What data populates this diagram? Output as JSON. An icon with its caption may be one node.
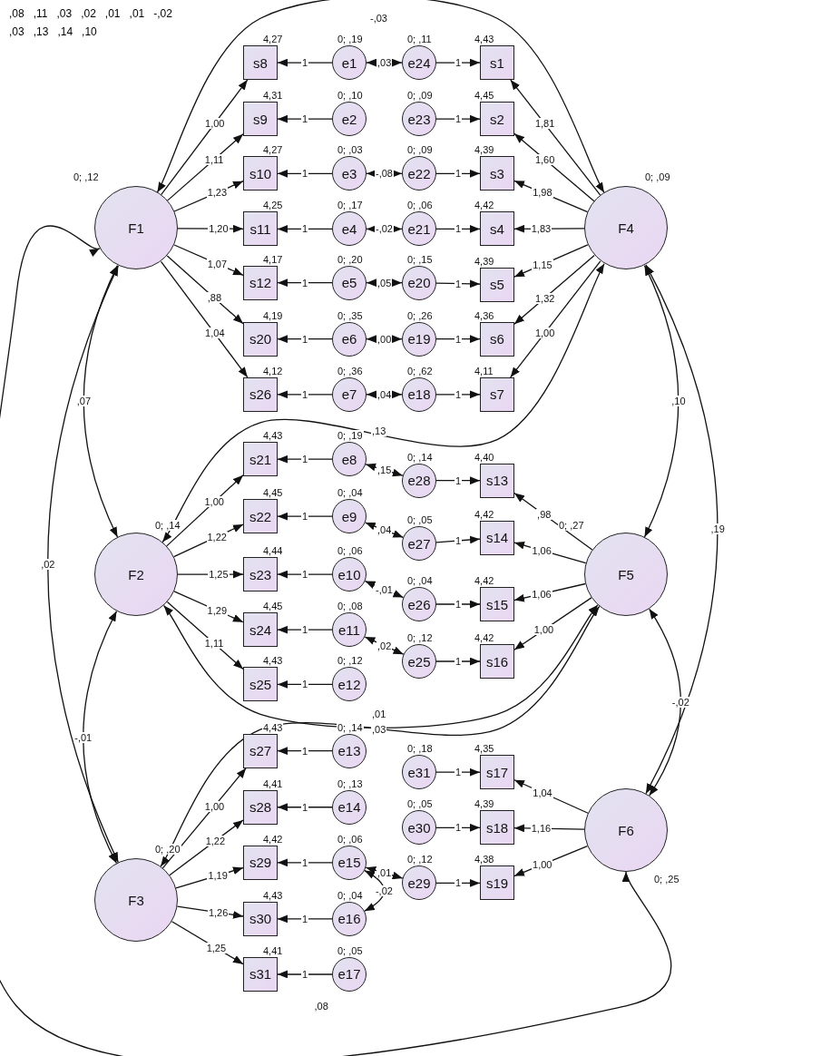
{
  "diagram": {
    "nodes": [
      {
        "text": [
          "F1"
        ],
        "beside": [
          "0; ,12"
        ]
      },
      {
        "text": [
          "F2"
        ],
        "beside": [
          "0; ,14"
        ]
      },
      {
        "text": [
          "F3"
        ],
        "beside": [
          "0; ,20"
        ]
      },
      {
        "text": [
          "F4"
        ],
        "beside": [
          "0; ,09"
        ]
      },
      {
        "text": [
          "F5"
        ],
        "beside": [
          "0; ,27"
        ]
      },
      {
        "text": [
          "F6"
        ],
        "beside": [
          "0; ,25"
        ]
      },
      {
        "text": [
          "s1"
        ],
        "beside": [
          "4,43"
        ]
      },
      {
        "text": [
          "s2"
        ],
        "beside": [
          "4,45"
        ]
      },
      {
        "text": [
          "s3"
        ],
        "beside": [
          "4,39"
        ]
      },
      {
        "text": [
          "s4"
        ],
        "beside": [
          "4,42"
        ]
      },
      {
        "text": [
          "s5"
        ],
        "beside": [
          "4,39"
        ]
      },
      {
        "text": [
          "s6"
        ],
        "beside": [
          "4,36"
        ]
      },
      {
        "text": [
          "s7"
        ],
        "beside": [
          "4,11"
        ]
      },
      {
        "text": [
          "s8"
        ],
        "beside": [
          "4,27"
        ]
      },
      {
        "text": [
          "s9"
        ],
        "beside": [
          "4,31"
        ]
      },
      {
        "text": [
          "s10"
        ],
        "beside": [
          "4,27"
        ]
      },
      {
        "text": [
          "s11"
        ],
        "beside": [
          "4,25"
        ]
      },
      {
        "text": [
          "s12"
        ],
        "beside": [
          "4,17"
        ]
      },
      {
        "text": [
          "s13"
        ],
        "beside": [
          "4,40"
        ]
      },
      {
        "text": [
          "s14"
        ],
        "beside": [
          "4,42"
        ]
      },
      {
        "text": [
          "s15"
        ],
        "beside": [
          "4,42"
        ]
      },
      {
        "text": [
          "s16"
        ],
        "beside": [
          "4,42"
        ]
      },
      {
        "text": [
          "s17"
        ],
        "beside": [
          "4,35"
        ]
      },
      {
        "text": [
          "s18"
        ],
        "beside": [
          "4,39"
        ]
      },
      {
        "text": [
          "s19"
        ],
        "beside": [
          "4,38"
        ]
      },
      {
        "text": [
          "s20"
        ],
        "beside": [
          "4,19"
        ]
      },
      {
        "text": [
          "s21"
        ],
        "beside": [
          "4,43"
        ]
      },
      {
        "text": [
          "s22"
        ],
        "beside": [
          "4,45"
        ]
      },
      {
        "text": [
          "s23"
        ],
        "beside": [
          "4,44"
        ]
      },
      {
        "text": [
          "s24"
        ],
        "beside": [
          "4,45"
        ]
      },
      {
        "text": [
          "s25"
        ],
        "beside": [
          "4,43"
        ]
      },
      {
        "text": [
          "s26"
        ],
        "beside": [
          "4,12"
        ]
      },
      {
        "text": [
          "s27"
        ],
        "beside": [
          "4,43"
        ]
      },
      {
        "text": [
          "s28"
        ],
        "beside": [
          "4,41"
        ]
      },
      {
        "text": [
          "s29"
        ],
        "beside": [
          "4,42"
        ]
      },
      {
        "text": [
          "s30"
        ],
        "beside": [
          "4,43"
        ]
      },
      {
        "text": [
          "s31"
        ],
        "beside": [
          "4,41"
        ]
      },
      {
        "text": [
          "e1"
        ],
        "beside": [
          "0; ,19"
        ]
      },
      {
        "text": [
          "e2"
        ],
        "beside": [
          "0; ,10"
        ]
      },
      {
        "text": [
          "e3"
        ],
        "beside": [
          "0; ,03"
        ]
      },
      {
        "text": [
          "e4"
        ],
        "beside": [
          "0; ,17"
        ]
      },
      {
        "text": [
          "e5"
        ],
        "beside": [
          "0; ,20"
        ]
      },
      {
        "text": [
          "e6"
        ],
        "beside": [
          "0; ,35"
        ]
      },
      {
        "text": [
          "e7"
        ],
        "beside": [
          "0; ,36"
        ]
      },
      {
        "text": [
          "e8"
        ],
        "beside": [
          "0; ,19"
        ]
      },
      {
        "text": [
          "e9"
        ],
        "beside": [
          "0; ,04"
        ]
      },
      {
        "text": [
          "e10"
        ],
        "beside": [
          "0; ,06"
        ]
      },
      {
        "text": [
          "e11"
        ],
        "beside": [
          "0; ,08"
        ]
      },
      {
        "text": [
          "e12"
        ],
        "beside": [
          "0; ,12"
        ]
      },
      {
        "text": [
          "e13"
        ],
        "beside": [
          "0; ,14"
        ]
      },
      {
        "text": [
          "e14"
        ],
        "beside": [
          "0; ,13"
        ]
      },
      {
        "text": [
          "e15"
        ],
        "beside": [
          "0; ,06"
        ]
      },
      {
        "text": [
          "e16"
        ],
        "beside": [
          "0; ,04"
        ]
      },
      {
        "text": [
          "e17"
        ],
        "beside": [
          "0; ,05"
        ]
      },
      {
        "text": [
          "e18"
        ],
        "beside": [
          "0; ,62"
        ]
      },
      {
        "text": [
          "e19"
        ],
        "beside": [
          "0; ,26"
        ]
      },
      {
        "text": [
          "e20"
        ],
        "beside": [
          "0; ,15"
        ]
      },
      {
        "text": [
          "e21"
        ],
        "beside": [
          "0; ,06"
        ]
      },
      {
        "text": [
          "e22"
        ],
        "beside": [
          "0; ,09"
        ]
      },
      {
        "text": [
          "e23"
        ],
        "beside": [
          "0; ,09"
        ]
      },
      {
        "text": [
          "e24"
        ],
        "beside": [
          "0; ,11"
        ]
      },
      {
        "text": [
          "e25"
        ],
        "beside": [
          "0; ,12"
        ]
      },
      {
        "text": [
          "e26"
        ],
        "beside": [
          "0; ,04"
        ]
      },
      {
        "text": [
          "e27"
        ],
        "beside": [
          "0; ,05"
        ]
      },
      {
        "text": [
          "e28"
        ],
        "beside": [
          "0; ,14"
        ]
      },
      {
        "text": [
          "e29"
        ],
        "beside": [
          "0; ,12"
        ]
      },
      {
        "text": [
          "e30"
        ],
        "beside": [
          "0; ,05"
        ]
      },
      {
        "text": [
          "e31"
        ],
        "beside": [
          "0; ,18"
        ]
      }
    ],
    "edges": [
      {
        "from": 0,
        "to": 13,
        "arrow": "to",
        "label": "1,00"
      },
      {
        "from": 0,
        "to": 14,
        "arrow": "to",
        "label": "1,11"
      },
      {
        "from": 0,
        "to": 15,
        "arrow": "to",
        "label": "1,23"
      },
      {
        "from": 0,
        "to": 16,
        "arrow": "to",
        "label": "1,20"
      },
      {
        "from": 0,
        "to": 17,
        "arrow": "to",
        "label": "1,07"
      },
      {
        "from": 0,
        "to": 25,
        "arrow": "to",
        "label": ",88"
      },
      {
        "from": 0,
        "to": 31,
        "arrow": "to",
        "label": "1,04"
      },
      {
        "from": 1,
        "to": 26,
        "arrow": "to",
        "label": "1,00"
      },
      {
        "from": 1,
        "to": 27,
        "arrow": "to",
        "label": "1,22"
      },
      {
        "from": 1,
        "to": 28,
        "arrow": "to",
        "label": "1,25"
      },
      {
        "from": 1,
        "to": 29,
        "arrow": "to",
        "label": "1,29"
      },
      {
        "from": 1,
        "to": 30,
        "arrow": "to",
        "label": "1,11"
      },
      {
        "from": 2,
        "to": 32,
        "arrow": "to",
        "label": "1,00"
      },
      {
        "from": 2,
        "to": 33,
        "arrow": "to",
        "label": "1,22"
      },
      {
        "from": 2,
        "to": 34,
        "arrow": "to",
        "label": "1,19"
      },
      {
        "from": 2,
        "to": 35,
        "arrow": "to",
        "label": "1,26"
      },
      {
        "from": 2,
        "to": 36,
        "arrow": "to",
        "label": "1,25"
      },
      {
        "from": 3,
        "to": 6,
        "arrow": "to",
        "label": "1,81"
      },
      {
        "from": 3,
        "to": 7,
        "arrow": "to",
        "label": "1,60"
      },
      {
        "from": 3,
        "to": 8,
        "arrow": "to",
        "label": "1,98"
      },
      {
        "from": 3,
        "to": 9,
        "arrow": "to",
        "label": "1,83"
      },
      {
        "from": 3,
        "to": 10,
        "arrow": "to",
        "label": "1,15"
      },
      {
        "from": 3,
        "to": 11,
        "arrow": "to",
        "label": "1,32"
      },
      {
        "from": 3,
        "to": 12,
        "arrow": "to",
        "label": "1,00"
      },
      {
        "from": 4,
        "to": 18,
        "arrow": "to",
        "label": ",98"
      },
      {
        "from": 4,
        "to": 19,
        "arrow": "to",
        "label": "1,06"
      },
      {
        "from": 4,
        "to": 20,
        "arrow": "to",
        "label": "1,06"
      },
      {
        "from": 4,
        "to": 21,
        "arrow": "to",
        "label": "1,00"
      },
      {
        "from": 5,
        "to": 22,
        "arrow": "to",
        "label": "1,04"
      },
      {
        "from": 5,
        "to": 23,
        "arrow": "to",
        "label": "1,16"
      },
      {
        "from": 5,
        "to": 24,
        "arrow": "to",
        "label": "1,00"
      },
      {
        "from": 37,
        "to": 13,
        "arrow": "to",
        "label": "1"
      },
      {
        "from": 38,
        "to": 14,
        "arrow": "to",
        "label": "1"
      },
      {
        "from": 39,
        "to": 15,
        "arrow": "to",
        "label": "1"
      },
      {
        "from": 40,
        "to": 16,
        "arrow": "to",
        "label": "1"
      },
      {
        "from": 41,
        "to": 17,
        "arrow": "to",
        "label": "1"
      },
      {
        "from": 42,
        "to": 25,
        "arrow": "to",
        "label": "1"
      },
      {
        "from": 43,
        "to": 31,
        "arrow": "to",
        "label": "1"
      },
      {
        "from": 44,
        "to": 26,
        "arrow": "to",
        "label": "1"
      },
      {
        "from": 45,
        "to": 27,
        "arrow": "to",
        "label": "1"
      },
      {
        "from": 46,
        "to": 28,
        "arrow": "to",
        "label": "1"
      },
      {
        "from": 47,
        "to": 29,
        "arrow": "to",
        "label": "1"
      },
      {
        "from": 48,
        "to": 30,
        "arrow": "to",
        "label": "1"
      },
      {
        "from": 49,
        "to": 32,
        "arrow": "to",
        "label": "1"
      },
      {
        "from": 50,
        "to": 33,
        "arrow": "to",
        "label": "1"
      },
      {
        "from": 51,
        "to": 34,
        "arrow": "to",
        "label": "1"
      },
      {
        "from": 52,
        "to": 35,
        "arrow": "to",
        "label": "1"
      },
      {
        "from": 53,
        "to": 36,
        "arrow": "to",
        "label": "1"
      },
      {
        "from": 60,
        "to": 6,
        "arrow": "to",
        "label": "1"
      },
      {
        "from": 59,
        "to": 7,
        "arrow": "to",
        "label": "1"
      },
      {
        "from": 58,
        "to": 8,
        "arrow": "to",
        "label": "1"
      },
      {
        "from": 57,
        "to": 9,
        "arrow": "to",
        "label": "1"
      },
      {
        "from": 56,
        "to": 10,
        "arrow": "to",
        "label": "1"
      },
      {
        "from": 55,
        "to": 11,
        "arrow": "to",
        "label": "1"
      },
      {
        "from": 54,
        "to": 12,
        "arrow": "to",
        "label": "1"
      },
      {
        "from": 64,
        "to": 18,
        "arrow": "to",
        "label": "1"
      },
      {
        "from": 63,
        "to": 19,
        "arrow": "to",
        "label": "1"
      },
      {
        "from": 62,
        "to": 20,
        "arrow": "to",
        "label": "1"
      },
      {
        "from": 61,
        "to": 21,
        "arrow": "to",
        "label": "1"
      },
      {
        "from": 67,
        "to": 22,
        "arrow": "to",
        "label": "1"
      },
      {
        "from": 66,
        "to": 23,
        "arrow": "to",
        "label": "1"
      },
      {
        "from": 65,
        "to": 24,
        "arrow": "to",
        "label": "1"
      },
      {
        "from": 0,
        "to": 1,
        "arrow": "both",
        "label": ",07"
      },
      {
        "from": 1,
        "to": 2,
        "arrow": "both",
        "label": "-,01"
      },
      {
        "from": 0,
        "to": 2,
        "arrow": "both",
        "label": ",02"
      },
      {
        "from": 1,
        "to": 4,
        "arrow": "both",
        "label": ",01"
      },
      {
        "from": 0,
        "to": 5,
        "arrow": "both",
        "label": ",08"
      },
      {
        "from": 3,
        "to": 4,
        "arrow": "both",
        "label": ",10"
      },
      {
        "from": 3,
        "to": 5,
        "arrow": "both",
        "label": ",19"
      },
      {
        "from": 4,
        "to": 5,
        "arrow": "both",
        "label": "-,02"
      },
      {
        "from": 0,
        "to": 3,
        "arrow": "both",
        "label": "-,03"
      },
      {
        "from": 1,
        "to": 3,
        "arrow": "both",
        "label": ",13"
      },
      {
        "from": 2,
        "to": 4,
        "arrow": "both",
        "label": ",03"
      },
      {
        "from": 37,
        "to": 60,
        "arrow": "both",
        "label": ",03"
      },
      {
        "from": 39,
        "to": 58,
        "arrow": "both",
        "label": "-,08"
      },
      {
        "from": 40,
        "to": 57,
        "arrow": "both",
        "label": "-,02"
      },
      {
        "from": 41,
        "to": 56,
        "arrow": "both",
        "label": ",05"
      },
      {
        "from": 42,
        "to": 55,
        "arrow": "both",
        "label": ",00"
      },
      {
        "from": 43,
        "to": 54,
        "arrow": "both",
        "label": ",04"
      },
      {
        "from": 44,
        "to": 64,
        "arrow": "both",
        "label": ",15"
      },
      {
        "from": 45,
        "to": 63,
        "arrow": "both",
        "label": ",04"
      },
      {
        "from": 46,
        "to": 62,
        "arrow": "both",
        "label": "-,01"
      },
      {
        "from": 47,
        "to": 61,
        "arrow": "both",
        "label": ",02"
      },
      {
        "from": 51,
        "to": 65,
        "arrow": "both",
        "label": ",01"
      },
      {
        "from": 51,
        "to": 52,
        "arrow": "both",
        "label": "-,02"
      }
    ],
    "labels": [
      ",08",
      ",11",
      ",03",
      ",02",
      ",01",
      ",01",
      "-,02",
      ",03",
      ",13",
      ",14",
      ",10"
    ]
  }
}
